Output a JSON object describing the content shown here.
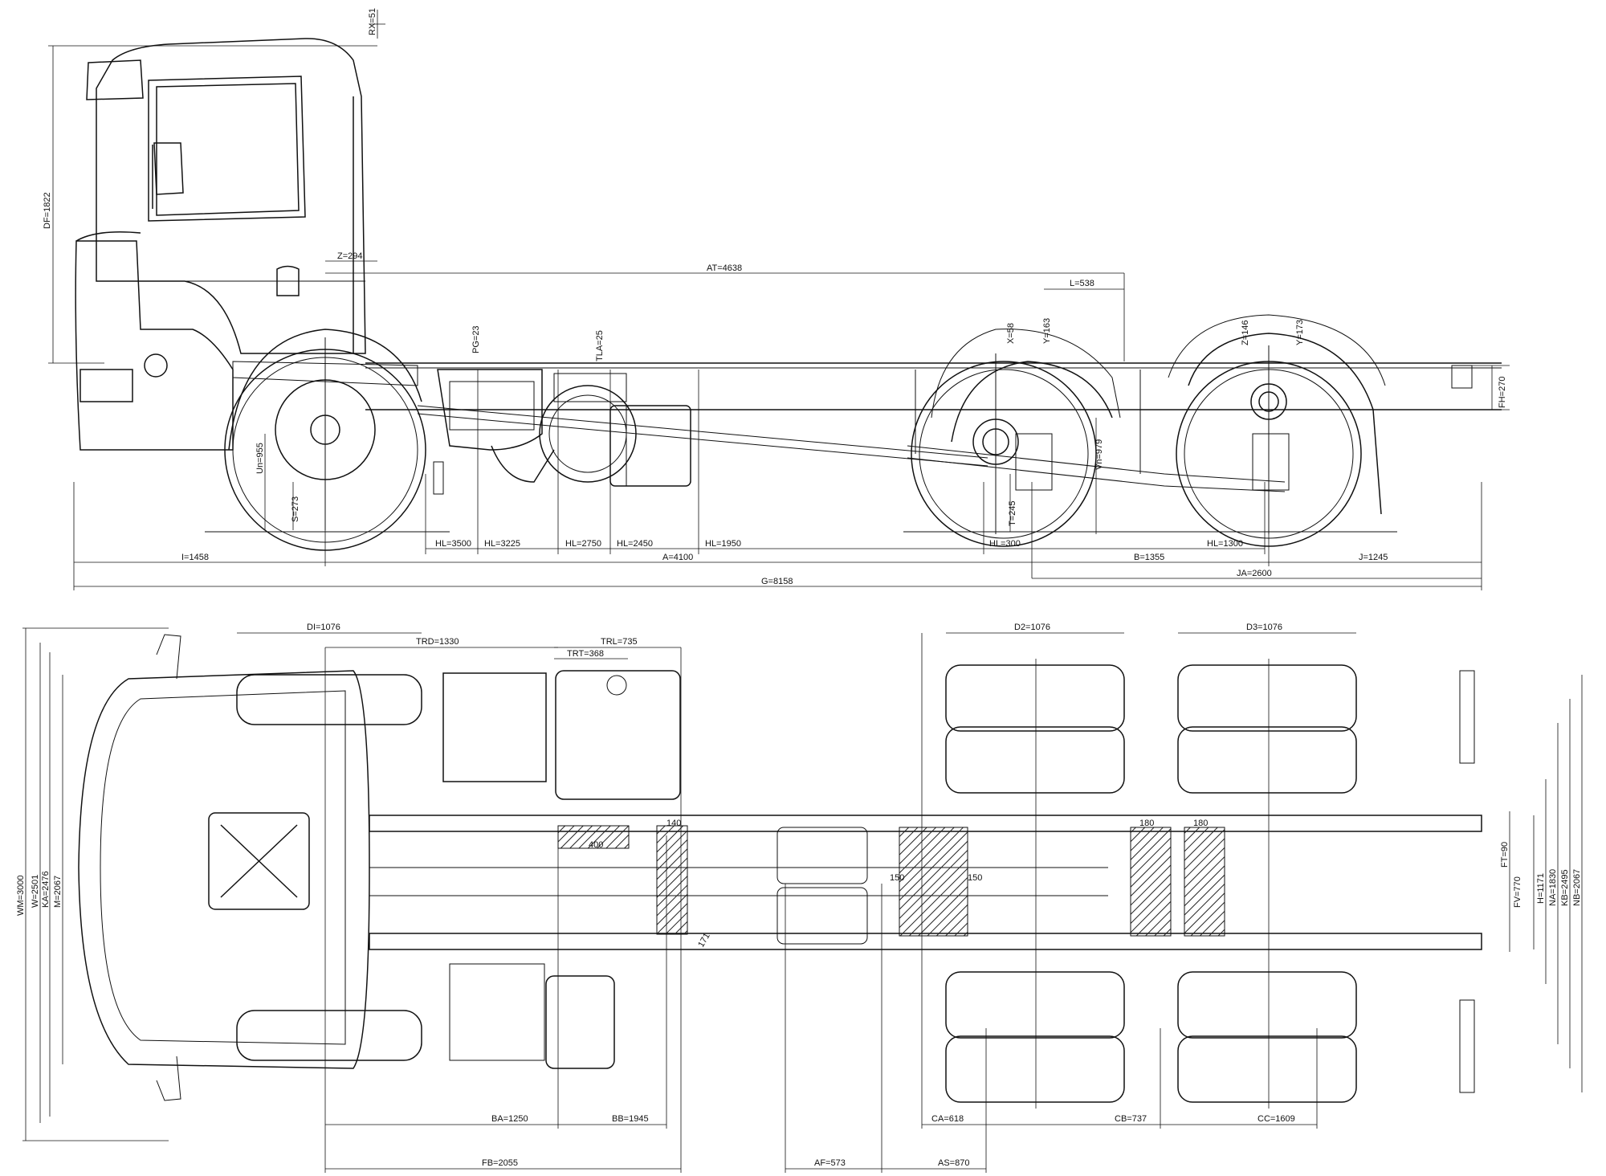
{
  "side_view": {
    "dimensions": {
      "rx": "RX=51",
      "df": "DF=1822",
      "z": "Z=294",
      "at": "AT=4638",
      "l": "L=538",
      "pg": "PG=23",
      "tla": "TLA=25",
      "x58": "X=58",
      "y163": "Y=163",
      "z146": "Z=146",
      "y173": "Y=173",
      "fh": "FH=270",
      "un": "Un=955",
      "s": "S=273",
      "t": "T=245",
      "vn": "Vn=979",
      "hl3500": "HL=3500",
      "hl3225": "HL=3225",
      "hl2750": "HL=2750",
      "hl2450": "HL=2450",
      "hl1950": "HL=1950",
      "hl300": "HL=300",
      "hl1300": "HL=1300",
      "i": "I=1458",
      "a": "A=4100",
      "b": "B=1355",
      "j": "J=1245",
      "ja": "JA=2600",
      "g": "G=8158"
    }
  },
  "top_view": {
    "dimensions": {
      "di": "DI=1076",
      "trd": "TRD=1330",
      "trl": "TRL=735",
      "trt": "TRT=368",
      "d2": "D2=1076",
      "d3": "D3=1076",
      "wm": "WM=3000",
      "w": "W=2501",
      "ka": "KA=2476",
      "m": "M=2067",
      "fv90": "FT=90",
      "fv": "FV=770",
      "h": "H=1171",
      "na": "NA=1830",
      "kb": "KB=2495",
      "nb": "NB=2067",
      "ba": "BA=1250",
      "bb": "BB=1945",
      "ca": "CA=618",
      "cb": "CB=737",
      "cc": "CC=1609",
      "fb": "FB=2055",
      "af": "AF=573",
      "as": "AS=870",
      "v140": "140",
      "v400": "400",
      "v150a": "150",
      "v150b": "150",
      "v180a": "180",
      "v180b": "180",
      "v171": "171"
    }
  }
}
